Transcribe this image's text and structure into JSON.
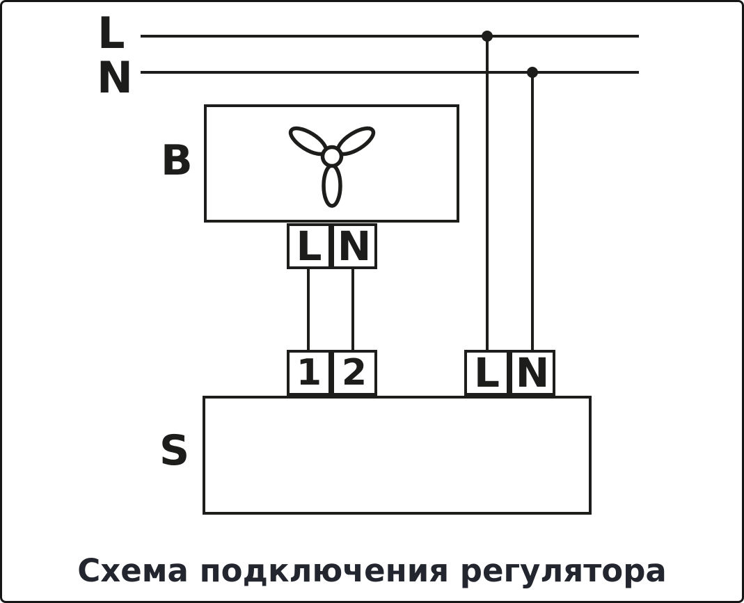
{
  "caption": "Схема подключения регулятора",
  "power_lines": {
    "live": "L",
    "neutral": "N"
  },
  "fan_unit": {
    "label": "B",
    "terminals": {
      "live": "L",
      "neutral": "N"
    }
  },
  "regulator_unit": {
    "label": "S",
    "terminals": {
      "t1": "1",
      "t2": "2",
      "live": "L",
      "neutral": "N"
    }
  },
  "colors": {
    "line": "#1d1d1b",
    "caption_text": "#23262e",
    "background": "#ffffff"
  }
}
